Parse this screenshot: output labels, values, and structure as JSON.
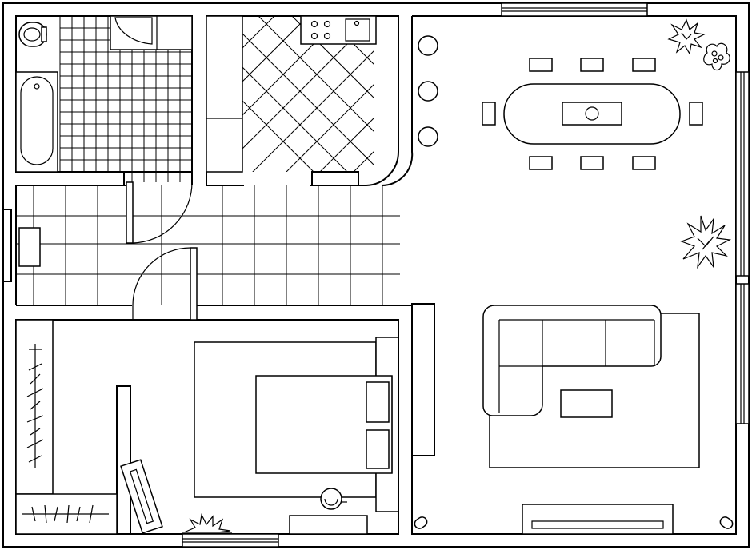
{
  "plan": {
    "colors": {
      "line": "#000000",
      "background": "#ffffff"
    },
    "rooms": [
      {
        "id": "bathroom"
      },
      {
        "id": "kitchen"
      },
      {
        "id": "hallway"
      },
      {
        "id": "living-dining"
      },
      {
        "id": "bedroom"
      }
    ],
    "furniture": [
      "toilet-icon",
      "bathtub-icon",
      "shower-icon",
      "stove-icon",
      "sink-icon",
      "dining-table-icon",
      "dining-chair-icon",
      "armchair-icon",
      "sofa-icon",
      "coffee-table-icon",
      "rug-icon",
      "tv-stand-icon",
      "bed-icon",
      "pillow-icon",
      "nightstand-icon",
      "wardrobe-icon",
      "desk-icon",
      "plant-icon",
      "lamp-icon"
    ],
    "counts": {
      "dining_chairs": 8,
      "plants": 4,
      "armchairs": 3,
      "pillows": 2
    }
  }
}
